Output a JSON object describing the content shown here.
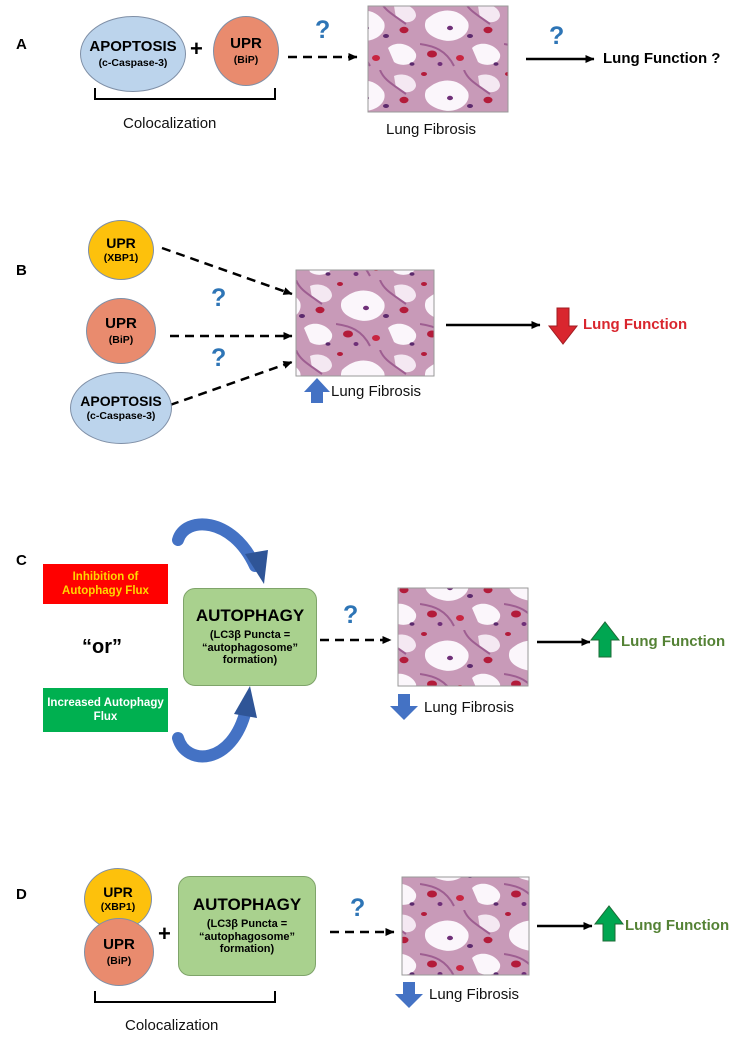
{
  "panels": {
    "A": {
      "letter": "A",
      "apoptosis": {
        "title": "APOPTOSIS",
        "marker": "(c-Caspase-3)"
      },
      "plus": "+",
      "upr": {
        "title": "UPR",
        "marker": "(BiP)"
      },
      "colocalization": "Colocalization",
      "q1": "?",
      "q2": "?",
      "image_caption": "Lung Fibrosis",
      "outcome": "Lung Function ?"
    },
    "B": {
      "letter": "B",
      "upr_xbp1": {
        "title": "UPR",
        "marker": "(XBP1)"
      },
      "upr_bip": {
        "title": "UPR",
        "marker": "(BiP)"
      },
      "apoptosis": {
        "title": "APOPTOSIS",
        "marker": "(c-Caspase-3)"
      },
      "q1": "?",
      "q2": "?",
      "image_caption": "Lung Fibrosis",
      "outcome": "Lung Function"
    },
    "C": {
      "letter": "C",
      "inhibition": "Inhibition of Autophagy Flux",
      "or": "“or”",
      "increased": "Increased Autophagy Flux",
      "autophagy": {
        "title": "AUTOPHAGY",
        "line1": "(LC3β Puncta =",
        "line2": "“autophagosome”",
        "line3": "formation)"
      },
      "q": "?",
      "image_caption": "Lung Fibrosis",
      "outcome": "Lung Function"
    },
    "D": {
      "letter": "D",
      "upr_xbp1": {
        "title": "UPR",
        "marker": "(XBP1)"
      },
      "upr_bip": {
        "title": "UPR",
        "marker": "(BiP)"
      },
      "plus": "+",
      "autophagy": {
        "title": "AUTOPHAGY",
        "line1": "(LC3β Puncta =",
        "line2": "“autophagosome”",
        "line3": "formation)"
      },
      "colocalization": "Colocalization",
      "q": "?",
      "image_caption": "Lung Fibrosis",
      "outcome": "Lung Function"
    }
  },
  "colors": {
    "apoptosis_fill": "#bcd4ec",
    "bip_fill": "#e98b6e",
    "xbp1_fill": "#fdc10c",
    "autophagy_fill": "#a9d18e",
    "question_mark": "#2e75b6",
    "decrease_red": "#d9262e",
    "increase_green": "#548235",
    "arrow_blue": "#4472c4",
    "inhibition_box": "#ff0000",
    "inhibition_text": "#ffd700",
    "increased_box": "#00b050"
  },
  "icons": {
    "fibrosis_up": "blue-up-arrow",
    "fibrosis_down": "blue-down-arrow",
    "function_down": "red-down-arrow",
    "function_up": "green-up-arrow",
    "curved_arrows": "blue-curved-arrow"
  }
}
